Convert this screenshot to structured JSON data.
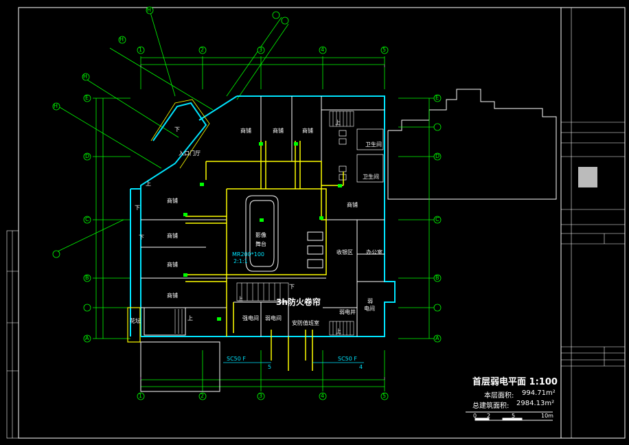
{
  "drawing": {
    "title": "首层弱电平面 1:100",
    "floor_area_label": "本层面积:",
    "floor_area_value": "994.71m²",
    "total_area_label": "总建筑面积:",
    "total_area_value": "2984.13m²",
    "scale_ticks": [
      "0",
      "2",
      "5",
      "10m"
    ]
  },
  "rooms": {
    "shop_1": "商铺",
    "shop_2": "商铺",
    "shop_3": "商铺",
    "shop_left_1": "商铺",
    "shop_left_2": "商铺",
    "shop_left_3": "商铺",
    "shop_left_4": "商铺",
    "shop_right": "商铺",
    "entrance": "入口门厅",
    "toilet_1": "卫生间",
    "toilet_2": "卫生间",
    "stage_1": "影像",
    "stage_2": "舞台",
    "cashier": "收银区",
    "office": "办公室",
    "strong_elec": "强电间",
    "weak_elec": "弱电间",
    "security": "安防值班室",
    "fire_shutter": "3h防火卷帘",
    "flower": "花坛",
    "elec_room_1": "弱",
    "elec_room_2": "电间",
    "duct": "弱电井"
  },
  "annotations": {
    "tray": "MR200*100",
    "ratio": "2:1:1",
    "cable_left": "SC50 F",
    "cable_right": "SC50 F",
    "cable_left_num": "5",
    "cable_right_num": "4",
    "up_1": "上",
    "up_2": "上",
    "up_3": "上",
    "up_4": "上",
    "up_5": "上",
    "down_1": "下",
    "down_2": "下",
    "down_3": "下",
    "down_4": "下"
  },
  "axes": {
    "bottom": [
      "1",
      "2",
      "3",
      "4",
      "5"
    ],
    "top": [
      "1",
      "2",
      "3",
      "4",
      "5"
    ],
    "left": [
      "A",
      "B",
      "C",
      "D",
      "E"
    ],
    "right": [
      "A",
      "B",
      "C",
      "D",
      "E"
    ],
    "diag": [
      "H",
      "H",
      "H",
      "H"
    ]
  },
  "colors": {
    "wall": "#00e5ff",
    "axis": "#00ff00",
    "cable": "#ffff00",
    "frame": "#ffffff",
    "dim": "#ff66ff"
  }
}
